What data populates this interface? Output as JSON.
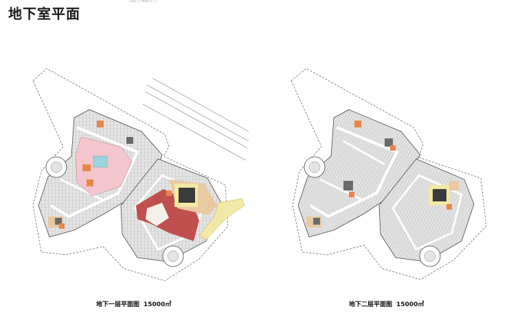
{
  "page_title": "地下室平面",
  "header_strip": "QQ | | http:// | |",
  "plans": [
    {
      "name": "地下一层平面图",
      "area": "15000㎡"
    },
    {
      "name": "地下二层平面图",
      "area": "15000㎡"
    }
  ],
  "colors": {
    "parking": "#e4e4e4",
    "road": "#ffffff",
    "commercial": "#c0504d",
    "pink_zone": "#f2c6cc",
    "core_orange": "#e8874a",
    "yellow_zone": "#f3e9a6",
    "tan_zone": "#e9c9a2",
    "outline": "#444444"
  }
}
